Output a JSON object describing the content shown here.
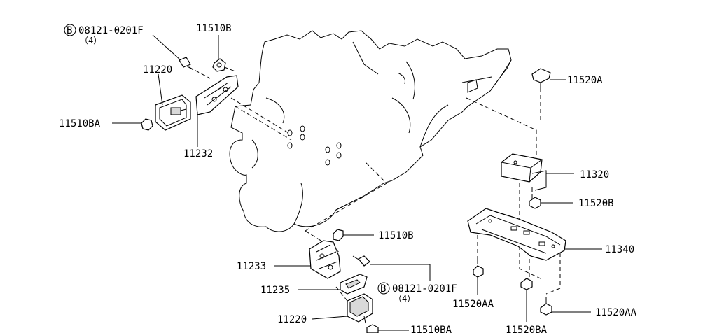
{
  "diagram": {
    "bolt_symbol": "B",
    "labels": {
      "bolt_top": "08121-0201F",
      "bolt_top_qty": "（4）",
      "nut_top": "11510B",
      "mount_left": "11220",
      "nut_left": "11510BA",
      "bracket_left": "11232",
      "bolt_rear": "11520A",
      "rear_mount": "11320",
      "rear_nut": "11520B",
      "crossmember": "11340",
      "nut_lower": "11510B",
      "bracket_right": "11233",
      "mount_lower": "11220",
      "plate_lower": "11235",
      "bolt_lower": "08121-0201F",
      "bolt_lower_qty": "（4）",
      "bolt_cross_left": "11520AA",
      "bolt_cross_right": "11520AA",
      "nut_bottom": "11510BA",
      "nut_cross_bottom": "11520BA"
    }
  }
}
